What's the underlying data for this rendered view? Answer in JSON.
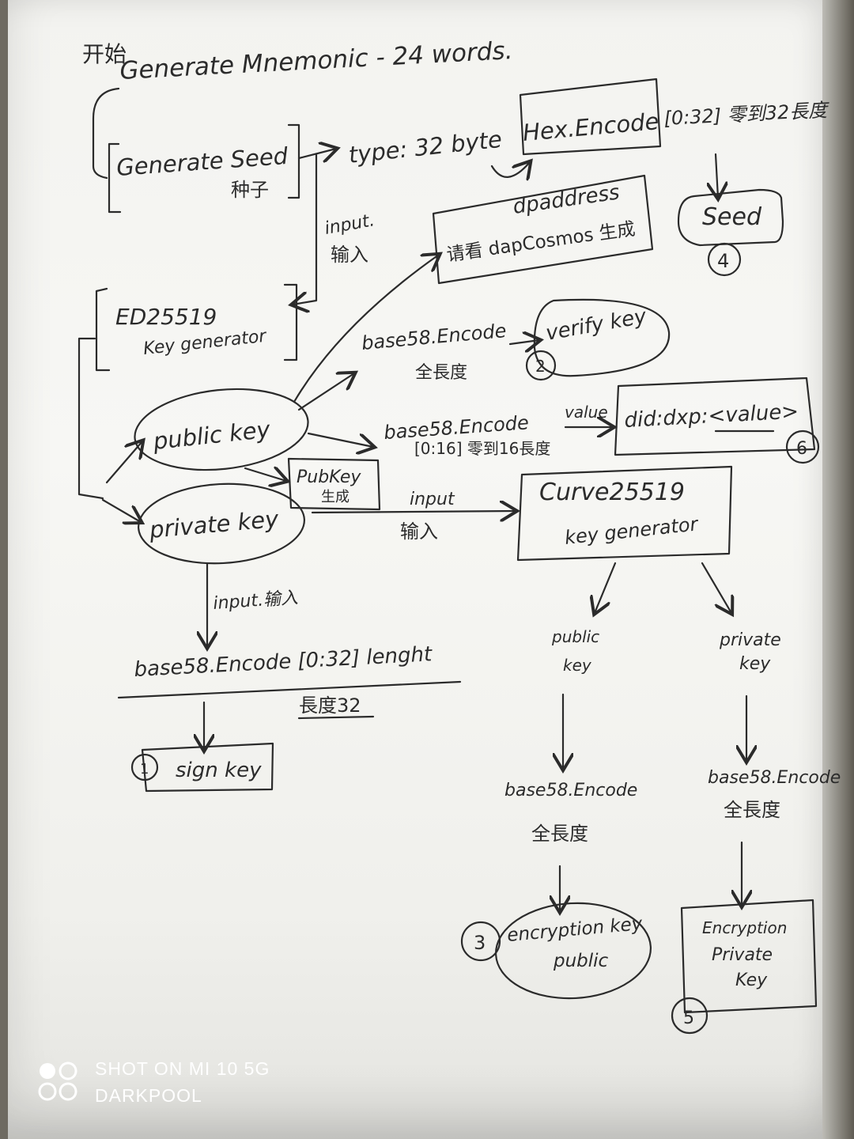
{
  "diagram": {
    "title_cn": "开始",
    "title": "Generate Mnemonic - 24 words.",
    "seed_gen": [
      "Generate Seed",
      "种子"
    ],
    "type_32": "type: 32 byte",
    "hex_encode": "Hex.Encode",
    "hex_range": "[0:32] 零到32長度",
    "seed": "Seed",
    "input_label": [
      "input.",
      "输入"
    ],
    "dpaddress": [
      "dpaddress",
      "请看 dapCosmos 生成"
    ],
    "ed25519": [
      "ED25519",
      "Key generator"
    ],
    "b58_full": [
      "base58.Encode",
      "全長度"
    ],
    "verify_key": "verify key",
    "public_key": "public key",
    "b58_016": [
      "base58.Encode",
      "[0:16] 零到16長度"
    ],
    "value_label": "value",
    "did": "did:dxp:<value>",
    "pubkey_gen": [
      "PubKey",
      "生成"
    ],
    "input_label2": [
      "input",
      "输入"
    ],
    "curve": [
      "Curve25519",
      "key generator"
    ],
    "private_key": "private key",
    "input_label3": "input.输入",
    "b58_032": "base58.Encode [0:32] lenght",
    "len32": "長度32",
    "sign_key": "sign key",
    "c_public": [
      "public",
      "key"
    ],
    "c_private": [
      "private",
      "key"
    ],
    "b58_pub": [
      "base58.Encode",
      "全長度"
    ],
    "b58_priv": [
      "base58.Encode",
      "全長度"
    ],
    "enc_pub": [
      "encryption key",
      "public"
    ],
    "enc_priv": [
      "Encryption",
      "Private",
      "Key"
    ],
    "n1": "1",
    "n2": "2",
    "n3": "3",
    "n4": "4",
    "n5": "5",
    "n6": "6"
  },
  "watermark": {
    "line1": "SHOT ON MI 10 5G",
    "line2": "DARKPOOL"
  },
  "colors": {
    "ink": "#2b2b2b",
    "paper": "#f5f5f2",
    "background": "#6e6a61"
  }
}
